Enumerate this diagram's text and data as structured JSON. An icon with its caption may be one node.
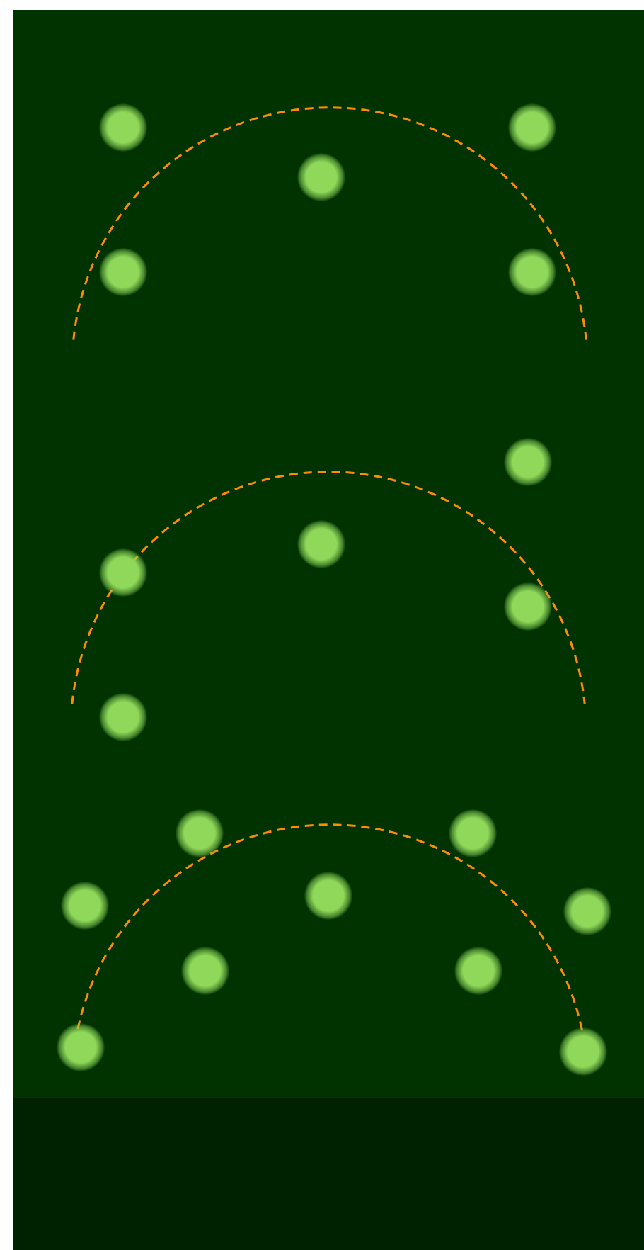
{
  "diagram": {
    "nodes": [
      {
        "text": [],
        "shape": "circle"
      },
      {
        "text": [],
        "shape": "circle"
      },
      {
        "text": [],
        "shape": "circle"
      },
      {
        "text": [],
        "shape": "circle"
      },
      {
        "text": [],
        "shape": "circle"
      },
      {
        "text": [],
        "shape": "circle"
      },
      {
        "text": [],
        "shape": "circle"
      },
      {
        "text": [],
        "shape": "circle"
      },
      {
        "text": [],
        "shape": "circle"
      },
      {
        "text": [],
        "shape": "circle"
      },
      {
        "text": [],
        "shape": "circle"
      },
      {
        "text": [],
        "shape": "circle"
      },
      {
        "text": [],
        "shape": "circle"
      },
      {
        "text": [],
        "shape": "circle"
      },
      {
        "text": [],
        "shape": "circle"
      },
      {
        "text": [],
        "shape": "circle"
      },
      {
        "text": [],
        "shape": "circle"
      },
      {
        "text": [],
        "shape": "circle"
      },
      {
        "text": [],
        "shape": "circle"
      }
    ]
  }
}
